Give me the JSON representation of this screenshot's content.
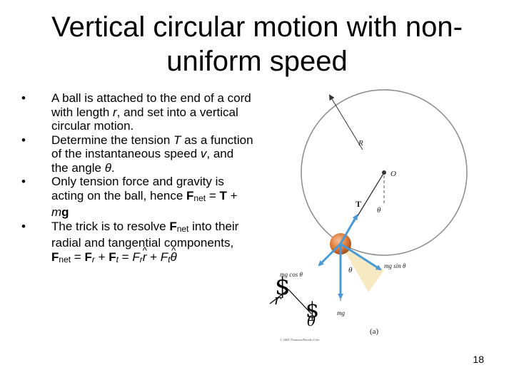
{
  "slide": {
    "title": "Vertical circular motion with non-uniform speed",
    "number": "18"
  },
  "bullets": [
    {
      "a": "A ball is attached to the end of a cord with length ",
      "r": "r",
      "b": ", and set into a vertical circular motion."
    },
    {
      "a": "Determine the tension ",
      "T": "T",
      "b": " as a function of the instantaneous speed ",
      "v": "v",
      "c": ", and the angle ",
      "theta": "θ",
      "d": "."
    },
    {
      "a": "Only tension force and gravity is acting on the ball, hence ",
      "F": "F",
      "net": "net",
      "eq": " = ",
      "T": "T",
      "plus": " + ",
      "m": "m",
      "g": "g"
    },
    {
      "a": "The trick is to resolve ",
      "F": "F",
      "net": "net",
      "b": " into their radial and tangential components, ",
      "F2": "F",
      "net2": "net",
      "eq": " = ",
      "Fr": "F",
      "r_sub": "r",
      "plus": " + ",
      "Ft": "F",
      "t_sub": "t",
      "eq2": " = ",
      "Fr2": "F",
      "r_sub2": "r",
      "rhat": "r",
      "hat": "^",
      "plus2": " + ",
      "Ft2": "F",
      "t_sub2": "t",
      "thetahat": "θ",
      "hat2": "^"
    }
  ],
  "figure": {
    "labels": {
      "R": "R",
      "O": "O",
      "T": "T",
      "theta": "θ",
      "mg_cos": "mg cos θ",
      "mg_sin": "mg sin θ",
      "mg": "mg",
      "part": "(a)",
      "copyright": "© 2004 Thomson/Brooks Cole"
    },
    "colors": {
      "circle": "#8a8a8a",
      "arrow": "#4a9ad6",
      "ball": "#e07b39",
      "triangle": "#f7eac2"
    }
  },
  "overlay": {
    "dollar": "$",
    "r_glyph": "r",
    "theta_glyph": "θ"
  }
}
